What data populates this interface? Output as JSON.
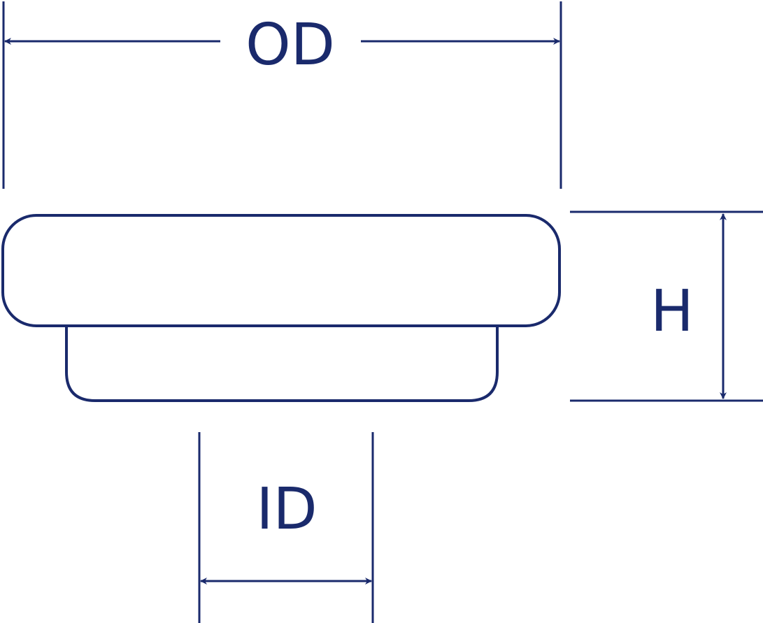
{
  "labels": {
    "outer_diameter": "OD",
    "inner_diameter": "ID",
    "height": "H"
  },
  "colors": {
    "stroke": "#1a2a6c",
    "background": "#ffffff"
  }
}
